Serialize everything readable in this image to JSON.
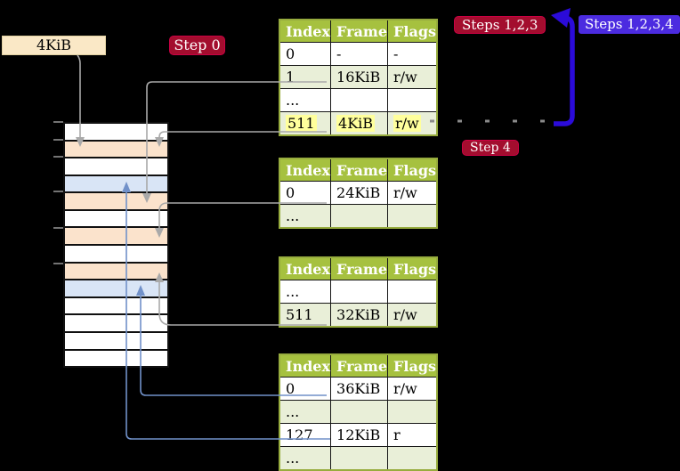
{
  "labels": {
    "frame_label": "4KiB",
    "step0": "Step 0",
    "steps123": "Steps 1,2,3",
    "steps1234": "Steps 1,2,3,4",
    "step4": "Step 4"
  },
  "colors": {
    "background": "#000000",
    "badge_red": "#A30D2E",
    "badge_blue": "#4B2BE0",
    "thick_arrow_blue": "#2B0BD9",
    "connector_gray": "#A9A9A9",
    "connector_blue": "#7191C9",
    "table_header_green": "#A6C13F",
    "table_border_olive": "#97AC3E",
    "table_row_pale_green": "#E9EFD8",
    "memory_frame_peach": "#FBE3CC",
    "memory_page_blue": "#D9E5F6",
    "frame_label_wheat": "#FAE8C6",
    "highlight_yellow": "#FFFF9C"
  },
  "tables": [
    {
      "headers": [
        "Index",
        "Frame",
        "Flags"
      ],
      "rows": [
        {
          "cells": [
            "0",
            "-",
            "-"
          ]
        },
        {
          "cells": [
            "1",
            "16KiB",
            "r/w"
          ]
        },
        {
          "cells": [
            "...",
            "",
            ""
          ]
        },
        {
          "cells": [
            "511",
            "4KiB",
            "r/w"
          ],
          "highlight": true
        }
      ]
    },
    {
      "headers": [
        "Index",
        "Frame",
        "Flags"
      ],
      "rows": [
        {
          "cells": [
            "0",
            "24KiB",
            "r/w"
          ]
        },
        {
          "cells": [
            "...",
            "",
            ""
          ]
        }
      ]
    },
    {
      "headers": [
        "Index",
        "Frame",
        "Flags"
      ],
      "rows": [
        {
          "cells": [
            "...",
            "",
            ""
          ]
        },
        {
          "cells": [
            "511",
            "32KiB",
            "r/w"
          ]
        }
      ]
    },
    {
      "headers": [
        "Index",
        "Frame",
        "Flags"
      ],
      "rows": [
        {
          "cells": [
            "0",
            "36KiB",
            "r/w"
          ]
        },
        {
          "cells": [
            "...",
            "",
            ""
          ]
        },
        {
          "cells": [
            "127",
            "12KiB",
            "r"
          ]
        },
        {
          "cells": [
            "...",
            "",
            ""
          ]
        }
      ]
    }
  ],
  "memory": {
    "rows": [
      {
        "kind": "plain"
      },
      {
        "kind": "peach"
      },
      {
        "kind": "plain"
      },
      {
        "kind": "blue"
      },
      {
        "kind": "peach"
      },
      {
        "kind": "plain"
      },
      {
        "kind": "peach"
      },
      {
        "kind": "plain"
      },
      {
        "kind": "peach"
      },
      {
        "kind": "blue"
      },
      {
        "kind": "plain"
      },
      {
        "kind": "plain"
      },
      {
        "kind": "plain"
      },
      {
        "kind": "plain"
      }
    ]
  }
}
